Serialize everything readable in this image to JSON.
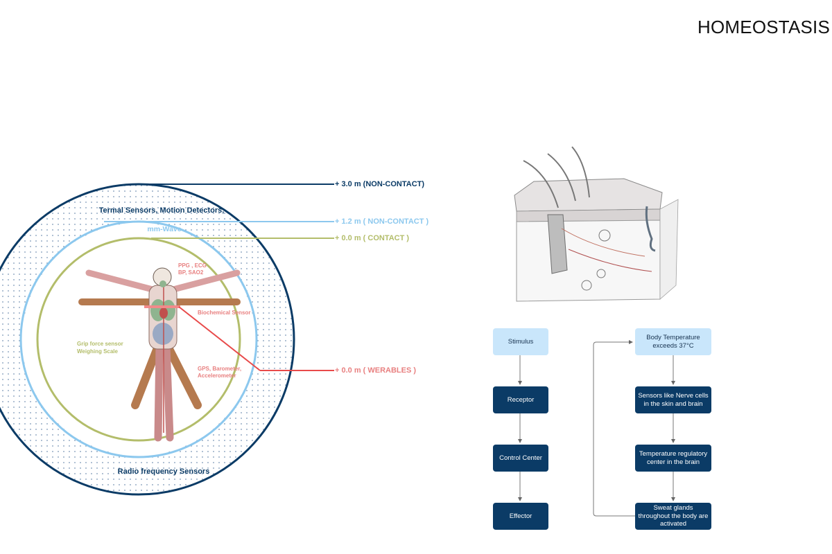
{
  "title": "HOMEOSTASIS",
  "zones": {
    "non_contact_3m": "+ 3.0 m (NON-CONTACT)",
    "non_contact_1_2m": "+ 1.2 m ( NON-CONTACT )",
    "contact": "+ 0.0 m ( CONTACT )",
    "wearables": "+ 0.0 m ( WERABLES )"
  },
  "sensor_labels": {
    "outer_top": "Termal Sensors, Motion Detectors,",
    "mm_wave": "mm-Wave",
    "ppg_line1": "PPG , ECG",
    "ppg_line2": "BP, SAO2",
    "biochemical": "Biochemical Sensor",
    "grip_line1": "Grip force sensor",
    "grip_line2": "Weighing Scale",
    "gps_line1": "GPS, Barometer,",
    "gps_line2": "Accelerometer",
    "radio": "Radio frequency Sensors"
  },
  "flow_general": [
    "Stimulus",
    "Receptor",
    "Control Center",
    "Effector"
  ],
  "flow_example": [
    "Body Temperature exceeds 37°C",
    "Sensors like Nerve cells in the skin and brain",
    "Temperature regulatory center in the brain",
    "Sweat glands throughout the body are activated"
  ],
  "colors": {
    "navy": "#0b3b66",
    "light_blue": "#8cc8ee",
    "olive": "#b3bd6a",
    "red": "#e84a4a",
    "pink_label": "#e88080",
    "flow_light": "#c9e6fb"
  }
}
